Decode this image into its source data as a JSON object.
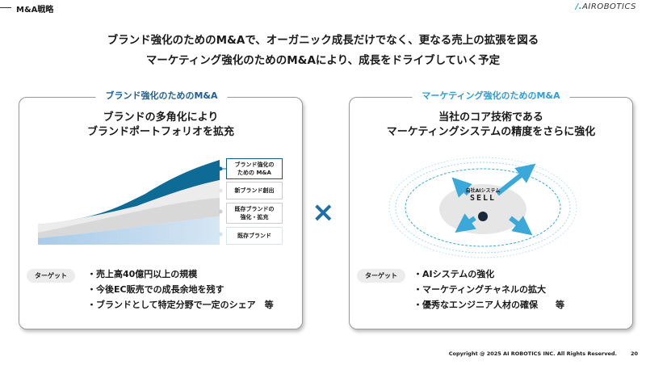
{
  "header": {
    "section_title": "M&A戦略",
    "logo_mark": "/.",
    "logo_text": "AIROBOTICS"
  },
  "headline": [
    "ブランド強化のためのM&Aで、オーガニック成長だけでなく、更なる売上の拡張を図る",
    "マーケティング強化のためのM&Aにより、成長をドライブしていく予定"
  ],
  "left": {
    "label": "ブランド強化のためのM&A",
    "subtitle": [
      "ブランドの多角化により",
      "ブランドポートフォリオを拡充"
    ],
    "chart_labels": [
      "ブランド強化の\nための M&A",
      "新ブランド創出",
      "既存ブランドの\n強化・拡充",
      "既存ブランド"
    ],
    "target_tag": "ターゲット",
    "bullets": [
      "・売上高40億円以上の規模",
      "・今後EC販売での成長余地を残す",
      "・ブランドとして特定分野で一定のシェア　等"
    ]
  },
  "times_symbol": "×",
  "right": {
    "label": "マーケティング強化のためのM&A",
    "subtitle": [
      "当社のコア技術である",
      "マーケティングシステムの精度をさらに強化"
    ],
    "system_caption": "自社AIシステム",
    "system_name": "SELL",
    "target_tag": "ターゲット",
    "bullets": [
      "・AIシステムの強化",
      "・マーケティングチャネルの拡大",
      "・優秀なエンジニア人材の確保　　等"
    ]
  },
  "colors": {
    "accent": "#1f6fa6",
    "dark_blue": "#0d6b96",
    "light_blue": "#b9d6ee",
    "sky": "#3aa8d8"
  },
  "footer": {
    "copyright": "Copyright @ 2025 AI ROBOTICS INC. All Rights Reserved.",
    "page": "20"
  }
}
